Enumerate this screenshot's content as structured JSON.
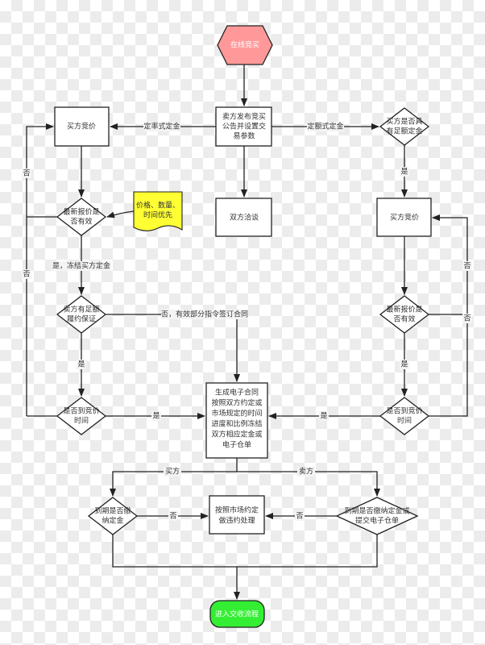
{
  "nodes": {
    "start": "在线竞买",
    "seller_publish": [
      "卖方发布竞买",
      "公告并设置交",
      "易参数"
    ],
    "buyer_bid_left": "买方竞价",
    "negotiate": "双方洽谈",
    "deposit_check": [
      "买方是否具",
      "有足额定金"
    ],
    "latest_valid_left": [
      "最新报价是",
      "否有效"
    ],
    "priority_note": [
      "价格、数量、",
      "时间优先"
    ],
    "buyer_bid_right": "买方竞价",
    "seller_guarantee": [
      "卖方有足额",
      "履约保证"
    ],
    "latest_valid_right": [
      "最新报价是",
      "否有效"
    ],
    "time_reached_left": [
      "是否到竞价",
      "时间"
    ],
    "time_reached_right": [
      "是否到竞价",
      "时间"
    ],
    "contract": [
      "生成电子合同",
      "按照双方约定或",
      "市场规定的时间",
      "进度和比例冻结",
      "双方相应定金或",
      "电子仓单"
    ],
    "buyer_due": [
      "到期是否缴",
      "纳定金"
    ],
    "breach": [
      "按照市场约定",
      "做违约处理"
    ],
    "seller_due": [
      "到期是否缴纳定金或",
      "提交电子仓单"
    ],
    "end": "进入交收流程"
  },
  "edges": {
    "rate_deposit": "定率式定金",
    "fixed_deposit": "定额式定金",
    "yes": "是",
    "no": "否",
    "yes_freeze": "是，冻结买方定金",
    "no_partial": "否，有效部分指令签订合同",
    "buyer": "买方",
    "seller": "卖方"
  },
  "colors": {
    "start": "#ff9999",
    "end": "#33ee33",
    "note": "#ffff33"
  }
}
